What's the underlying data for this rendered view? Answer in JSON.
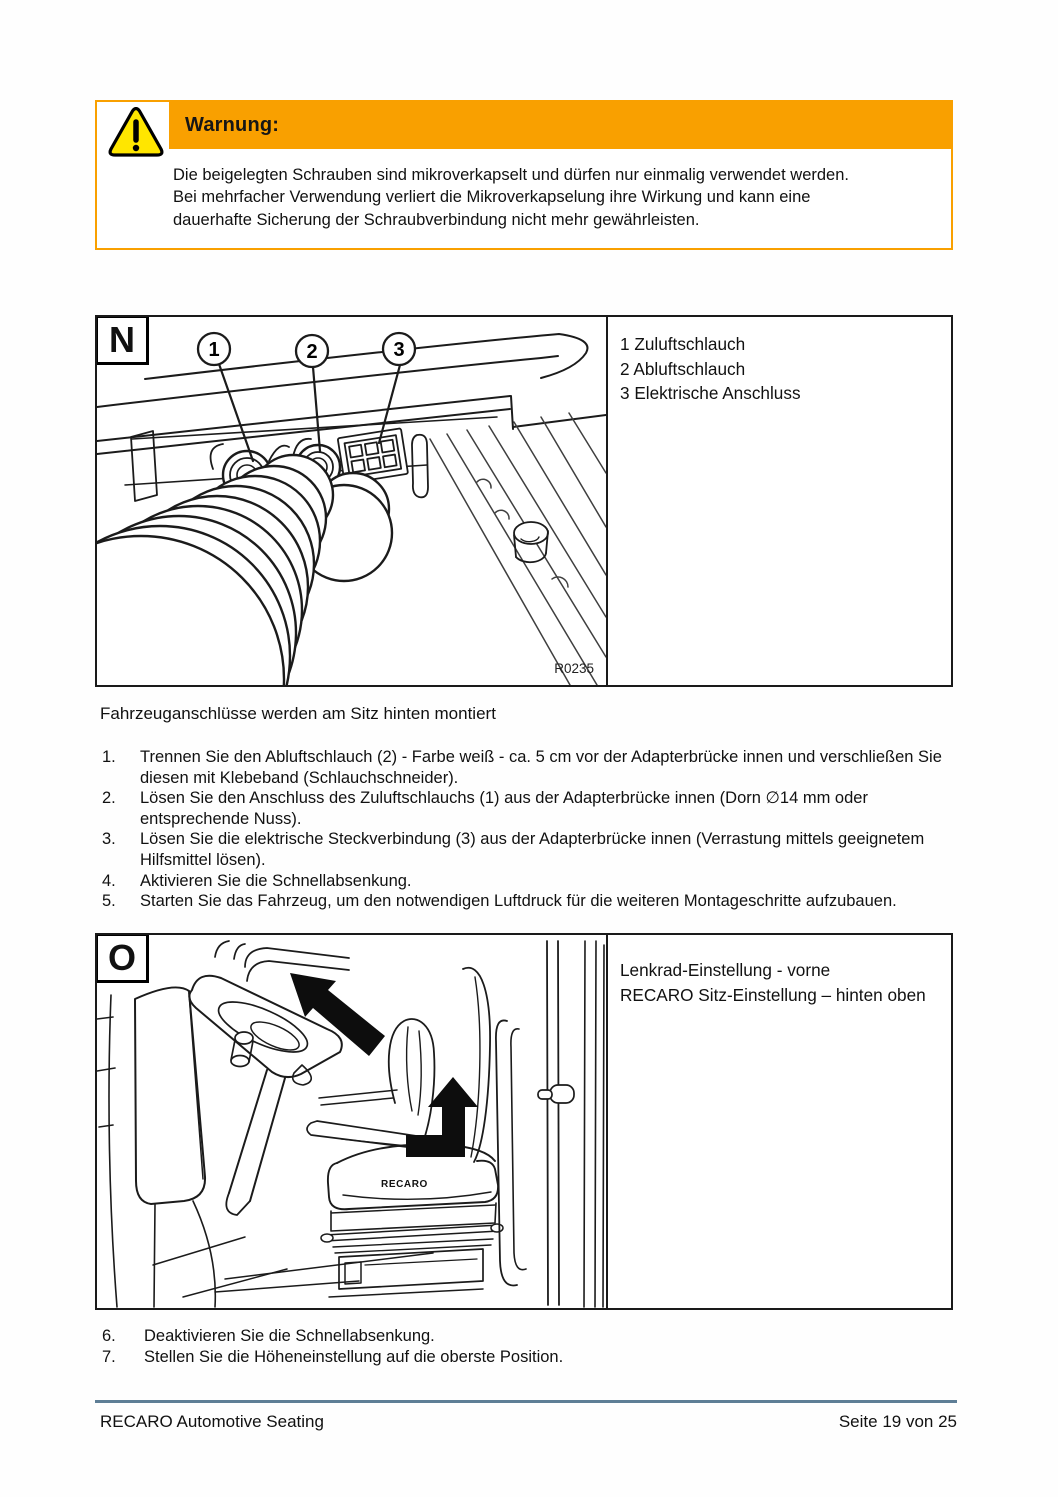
{
  "warning": {
    "title": "Warnung:",
    "lines": [
      "Die beigelegten Schrauben sind mikroverkapselt und dürfen nur einmalig verwendet werden.",
      "Bei mehrfacher Verwendung verliert die Mikroverkapselung ihre Wirkung und kann eine",
      "dauerhafte Sicherung der Schraubverbindung nicht mehr gewährleisten."
    ]
  },
  "figure_n": {
    "label": "N",
    "ref_code": "R0235",
    "callouts": [
      "1",
      "2",
      "3"
    ],
    "legend": [
      "1 Zuluftschlauch",
      "2 Abluftschlauch",
      "3 Elektrische Anschluss"
    ]
  },
  "intro": "Fahrzeuganschlüsse werden am Sitz hinten montiert",
  "steps_part1": [
    {
      "num": "1.",
      "text": "Trennen Sie den Abluftschlauch (2) - Farbe weiß - ca. 5 cm vor der Adapterbrücke innen und verschließen Sie diesen mit Klebeband (Schlauchschneider)."
    },
    {
      "num": "2.",
      "text": "Lösen Sie den Anschluss des Zuluftschlauchs (1) aus der Adapterbrücke innen (Dorn ∅14 mm oder entsprechende Nuss)."
    },
    {
      "num": "3.",
      "text": "Lösen Sie die elektrische Steckverbindung (3) aus der Adapterbrücke innen (Verrastung mittels geeignetem Hilfsmittel lösen)."
    },
    {
      "num": "4.",
      "text": "Aktivieren Sie die Schnellabsenkung."
    },
    {
      "num": "5.",
      "text": "Starten Sie das Fahrzeug, um den notwendigen Luftdruck für die weiteren Montageschritte aufzubauen."
    }
  ],
  "figure_o": {
    "label": "O",
    "seat_brand": "RECARO",
    "legend": [
      "Lenkrad-Einstellung - vorne",
      "RECARO Sitz-Einstellung – hinten oben"
    ]
  },
  "steps_part2": [
    {
      "num": "6.",
      "text": "Deaktivieren Sie die Schnellabsenkung."
    },
    {
      "num": "7.",
      "text": "Stellen Sie die Höheneinstellung auf die oberste Position."
    }
  ],
  "footer": {
    "left": "RECARO Automotive Seating",
    "right": "Seite 19 von 25"
  },
  "colors": {
    "accent_orange": "#F9A000",
    "triangle_yellow": "#FFE600",
    "rule_blue": "#5E7E96"
  }
}
